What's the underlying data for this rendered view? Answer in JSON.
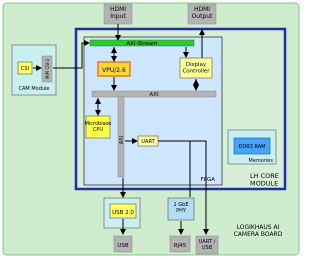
{
  "blocks": {
    "hdmi_input": "HDMI\nInput",
    "hdmi_output": "HDMI\nOutput",
    "axi_stream": "AXI-Stream",
    "vpu": "VPU/2.6",
    "display_controller": "Display\nController",
    "axi_bus": "AXI",
    "axi_vertical": "AXI",
    "microblaze": "Microblaze\nCPU",
    "uart": "UART",
    "ddr3_ram": "DDR3 RAM",
    "memories": "Memories",
    "fpga": "FPGA",
    "lh_core_module": "LH CORE\nMODULE",
    "csi": "CSI",
    "mipi_csi2": "MIPI CSI-2",
    "cam_module": "CAM Module",
    "usb20": "USB 2.0",
    "gbe_phy": "1 GbE\nPHY",
    "usb_port": "USB",
    "rj45": "RJ45",
    "uart_usb": "UART /\nUSB",
    "board": "LOGIKHAUS AI\nCAMERA BOARD"
  },
  "colors": {
    "board_fill": "#cfeccf",
    "board_stroke": "#7dc87d",
    "core_stroke": "#1f2fa6",
    "fpga_fill": "#cfe6ff",
    "connector": "#b3b3b3",
    "axi_stream": "#2ec92e",
    "vpu": "#ffd73a",
    "vpu_border": "#e07a1e",
    "display": "#ffff99",
    "microblaze": "#ffff44",
    "uart": "#ffff99",
    "ddr_outer": "#c9f0f0",
    "ddr": "#44a4ff",
    "cam": "#c9f0f0",
    "csi": "#ffff66",
    "usb20": "#c9f0f0",
    "usb20_inner": "#ffff66",
    "phy": "#b3dcf7"
  }
}
